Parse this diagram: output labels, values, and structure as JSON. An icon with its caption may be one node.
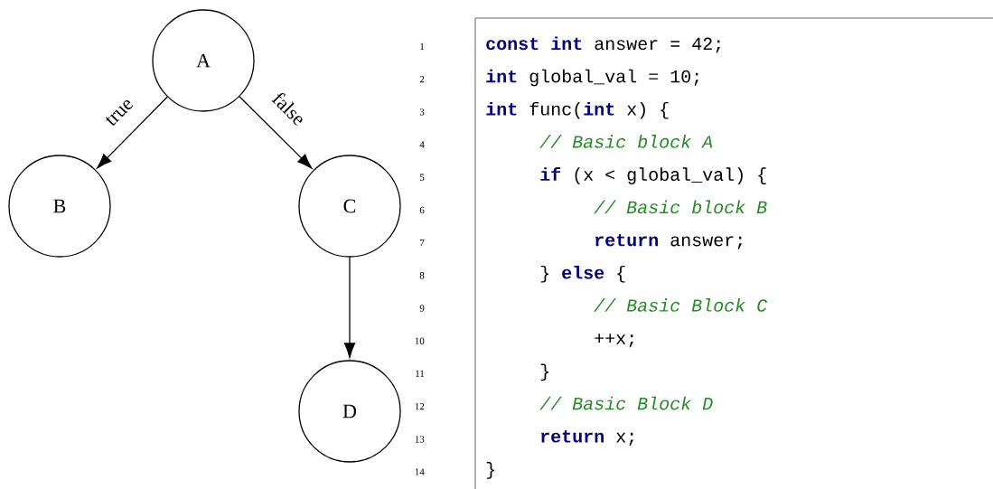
{
  "diagram": {
    "nodes": [
      {
        "text": [
          "A"
        ]
      },
      {
        "text": [
          "B"
        ]
      },
      {
        "text": [
          "C"
        ]
      },
      {
        "text": [
          "D"
        ]
      }
    ],
    "edges": [
      {
        "from": 0,
        "to": 1,
        "arrow": "to",
        "label": "true"
      },
      {
        "from": 0,
        "to": 2,
        "arrow": "to",
        "label": "false"
      },
      {
        "from": 2,
        "to": 3,
        "arrow": "to"
      }
    ],
    "labels": [
      "1",
      "**const** **int** answer = 42;",
      "2",
      "**int** global_val = 10;",
      "3",
      "**int** func(**int** x) {",
      "4",
      "// Basic block A",
      "5",
      "**if** (x < global_val) {",
      "6",
      "// Basic block B",
      "7",
      "**return** answer;",
      "8",
      "} **else** {",
      "9",
      "// Basic Block C",
      "10",
      "++x;",
      "11",
      "}",
      "12",
      "// Basic Block D",
      "13",
      "**return** x;",
      "14",
      "}"
    ]
  }
}
